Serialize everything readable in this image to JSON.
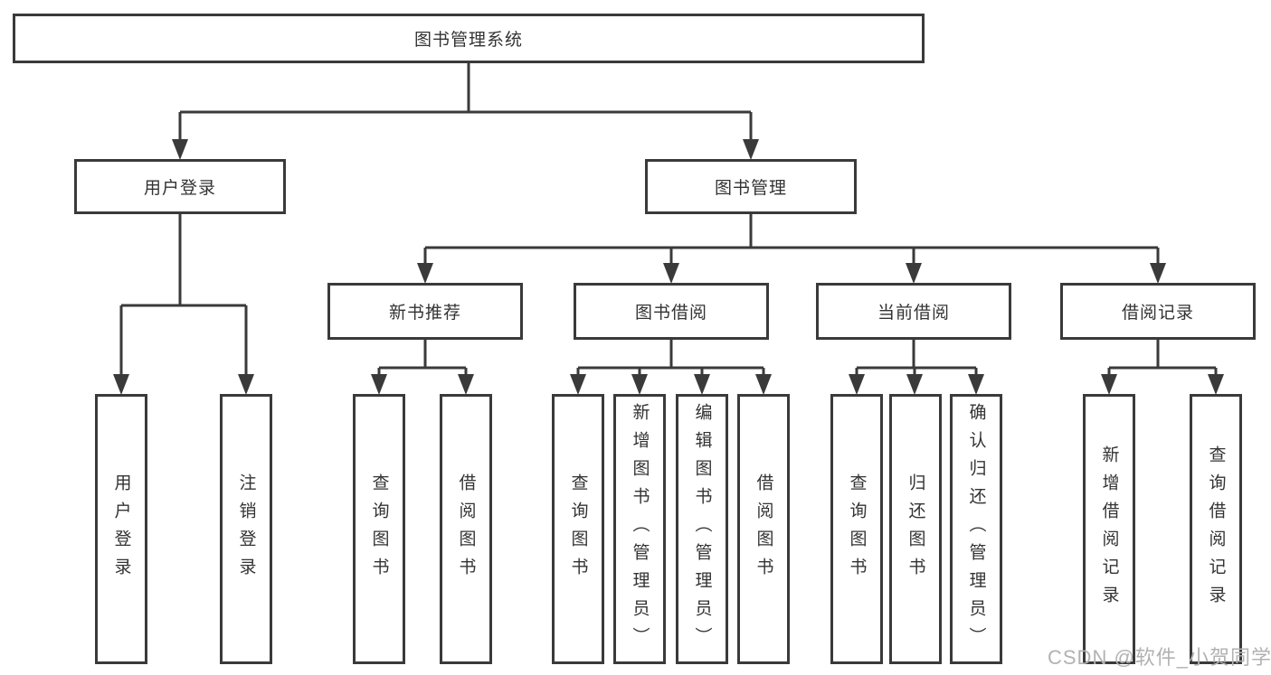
{
  "diagram": {
    "root": {
      "label": "图书管理系统"
    },
    "user_login": {
      "label": "用户登录",
      "children": [
        {
          "label": "用户登录"
        },
        {
          "label": "注销登录"
        }
      ]
    },
    "book_management": {
      "label": "图书管理",
      "sections": [
        {
          "label": "新书推荐",
          "children": [
            {
              "label": "查询图书"
            },
            {
              "label": "借阅图书"
            }
          ]
        },
        {
          "label": "图书借阅",
          "children": [
            {
              "label": "查询图书"
            },
            {
              "label": "新增图书（管理员）"
            },
            {
              "label": "编辑图书（管理员）"
            },
            {
              "label": "借阅图书"
            }
          ]
        },
        {
          "label": "当前借阅",
          "children": [
            {
              "label": "查询图书"
            },
            {
              "label": "归还图书"
            },
            {
              "label": "确认归还（管理员）"
            }
          ]
        },
        {
          "label": "借阅记录",
          "children": [
            {
              "label": "新增借阅记录"
            },
            {
              "label": "查询借阅记录"
            }
          ]
        }
      ]
    }
  },
  "watermark": {
    "text": "CSDN @软件_小贺同学"
  },
  "colors": {
    "line": "#3a3a3a",
    "text": "#333333",
    "watermark": "#b2b2b2",
    "background": "#ffffff"
  }
}
